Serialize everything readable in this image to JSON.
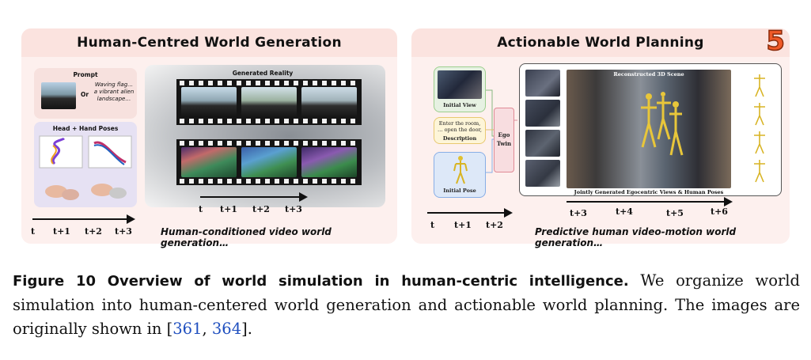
{
  "left_panel": {
    "title": "Human-Centred World Generation",
    "prompt_label": "Prompt",
    "or_label": "Or",
    "prompt_text": "Waving flag… a vibrant alien landscape…",
    "poses_label": "Head + Hand Poses",
    "generated_label": "Generated Reality",
    "timeline_labels": [
      "t",
      "t+1",
      "t+2",
      "t+3"
    ],
    "output_timeline_labels": [
      "t",
      "t+1",
      "t+2",
      "t+3"
    ],
    "caption": "Human-conditioned video world generation…"
  },
  "right_panel": {
    "title": "Actionable World Planning",
    "corner_badge": "5",
    "initial_view_label": "Initial View",
    "description_text": "Enter the room, … open the door, …",
    "description_label": "Description",
    "initial_pose_label": "Initial Pose",
    "ego_twin_label": "Ego Twin",
    "scene_label": "Reconstructed 3D Scene",
    "joint_label": "Jointly Generated Egocentric Views & Human Poses",
    "timeline_labels": [
      "t",
      "t+1",
      "t+2"
    ],
    "output_timeline_labels": [
      "t+3",
      "t+4",
      "t+5",
      "t+6"
    ],
    "caption": "Predictive human video-motion world generation…"
  },
  "figure_caption": {
    "label": "Figure 10",
    "title": "Overview of world simulation in human-centric intelligence.",
    "body": "We organize world simulation into human-centered world generation and actionable world planning. The images are originally shown in [",
    "ref1": "361",
    "sep": ", ",
    "ref2": "364",
    "end": "]."
  }
}
